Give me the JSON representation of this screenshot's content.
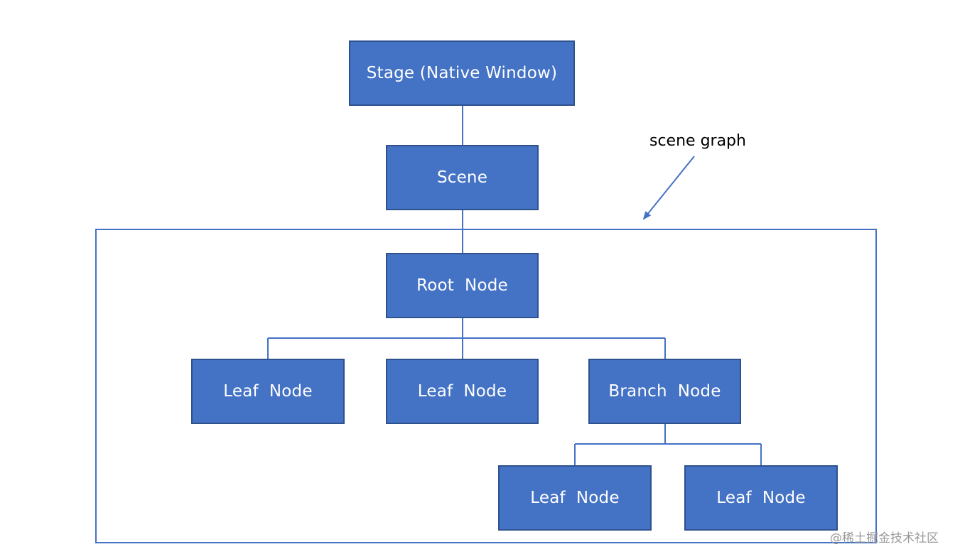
{
  "colors": {
    "node_fill": "#4472c4",
    "node_border": "#2f528f",
    "node_text": "#ffffff",
    "connector": "#4472c4"
  },
  "nodes": {
    "stage": "Stage (Native Window)",
    "scene": "Scene",
    "root": "Root  Node",
    "leaf_1": "Leaf  Node",
    "leaf_2": "Leaf  Node",
    "branch": "Branch  Node",
    "leaf_3": "Leaf  Node",
    "leaf_4": "Leaf  Node"
  },
  "annotation": {
    "label": "scene graph"
  },
  "watermark": "@稀土掘金技术社区"
}
